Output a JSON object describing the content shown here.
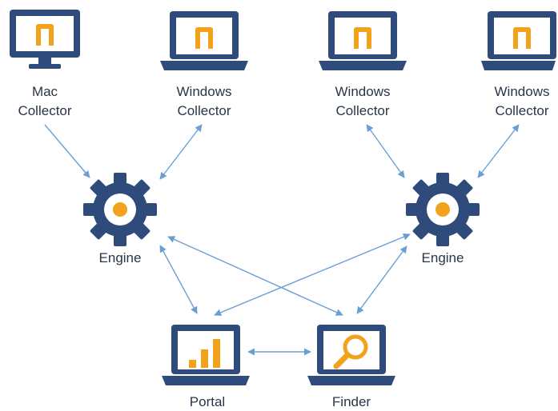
{
  "colors": {
    "device": "#2f4b7c",
    "accent": "#f2a21b",
    "arrow": "#6b9fd4",
    "label": "#2a3548"
  },
  "nodes": {
    "mac_collector": {
      "line1": "Mac",
      "line2": "Collector",
      "icon": "monitor-icon"
    },
    "windows_collector_1": {
      "line1": "Windows",
      "line2": "Collector",
      "icon": "laptop-icon"
    },
    "windows_collector_2": {
      "line1": "Windows",
      "line2": "Collector",
      "icon": "laptop-icon"
    },
    "windows_collector_3": {
      "line1": "Windows",
      "line2": "Collector",
      "icon": "laptop-icon"
    },
    "engine_left": {
      "label": "Engine",
      "icon": "gear-icon"
    },
    "engine_right": {
      "label": "Engine",
      "icon": "gear-icon"
    },
    "portal": {
      "label": "Portal",
      "icon": "bar-chart-icon"
    },
    "finder": {
      "label": "Finder",
      "icon": "magnifier-icon"
    }
  },
  "connections": [
    {
      "from": "mac_collector",
      "to": "engine_left",
      "direction": "one-way"
    },
    {
      "from": "windows_collector_1",
      "to": "engine_left",
      "direction": "two-way"
    },
    {
      "from": "windows_collector_2",
      "to": "engine_right",
      "direction": "two-way"
    },
    {
      "from": "windows_collector_3",
      "to": "engine_right",
      "direction": "two-way"
    },
    {
      "from": "engine_left",
      "to": "portal",
      "direction": "two-way"
    },
    {
      "from": "engine_left",
      "to": "finder",
      "direction": "two-way"
    },
    {
      "from": "engine_right",
      "to": "portal",
      "direction": "two-way"
    },
    {
      "from": "engine_right",
      "to": "finder",
      "direction": "two-way"
    },
    {
      "from": "portal",
      "to": "finder",
      "direction": "two-way"
    }
  ]
}
